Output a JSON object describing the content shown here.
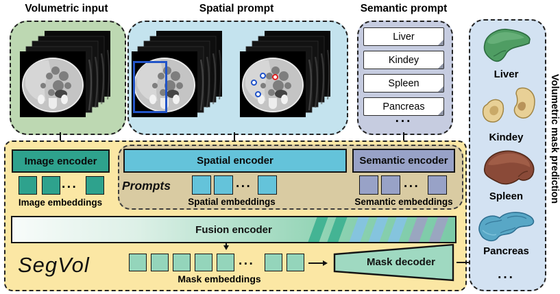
{
  "dots": "...",
  "sections": {
    "volumetric_input": {
      "title": "Volumetric input"
    },
    "spatial_prompt": {
      "title": "Spatial prompt"
    },
    "semantic_prompt": {
      "title": "Semantic prompt",
      "tags": [
        "Liver",
        "Kindey",
        "Spleen",
        "Pancreas"
      ]
    },
    "prediction": {
      "title": "Volumetric mask prediction",
      "organs": [
        "Liver",
        "Kindey",
        "Spleen",
        "Pancreas"
      ]
    },
    "segvol": {
      "name": "SegVol",
      "prompts_label": "Prompts",
      "image_encoder": "Image encoder",
      "image_embeddings": "Image embeddings",
      "spatial_encoder": "Spatial encoder",
      "spatial_embeddings": "Spatial embeddings",
      "semantic_encoder": "Semantic encoder",
      "semantic_embeddings": "Semantic embeddings",
      "fusion_encoder": "Fusion encoder",
      "mask_embeddings": "Mask embeddings",
      "mask_decoder": "Mask decoder"
    }
  },
  "colors": {
    "input_bg": "#bdd8b2",
    "spatial_bg": "#c4e3ee",
    "semantic_bg": "#c6cce0",
    "prediction_bg": "#d3e2f2",
    "segvol_bg": "#fbe7a4",
    "prompts_bg": "#d9cba2",
    "image_encoder": "#2ea28d",
    "spatial_encoder": "#64c3da",
    "semantic_encoder": "#98a2c7",
    "mask_embedding": "#94d5bb",
    "fusion_stripe_green": "#44b494",
    "fusion_stripe_blue": "#85c4de",
    "fusion_stripe_gray": "#9aa6c0",
    "bbox_prompt": "#2154c8",
    "point_prompt_blue": "#1f52c9",
    "point_prompt_red": "#e02020",
    "liver_3d": "#4f9d63",
    "kidney_3d": "#e8d096",
    "spleen_3d": "#8a4a38",
    "pancreas_3d": "#58a7c6"
  }
}
